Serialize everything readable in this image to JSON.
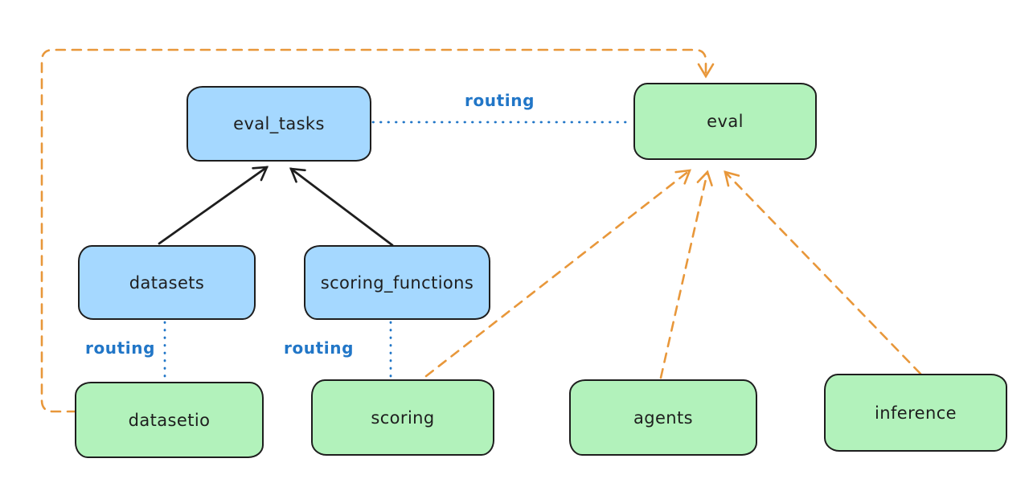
{
  "diagram": {
    "title": "",
    "colors": {
      "background": "#ffffff",
      "ink": "#1e1e1e",
      "registry_fill_blue": "#a5d8ff",
      "api_fill_green": "#b2f2bb",
      "routing_blue": "#2176c7",
      "dependency_orange": "#e8973a"
    },
    "nodes": [
      {
        "id": "eval_tasks",
        "label": "eval_tasks",
        "fill": "#a5d8ff"
      },
      {
        "id": "eval",
        "label": "eval",
        "fill": "#b2f2bb"
      },
      {
        "id": "datasets",
        "label": "datasets",
        "fill": "#a5d8ff"
      },
      {
        "id": "scoring_functions",
        "label": "scoring_functions",
        "fill": "#a5d8ff"
      },
      {
        "id": "datasetio",
        "label": "datasetio",
        "fill": "#b2f2bb"
      },
      {
        "id": "scoring",
        "label": "scoring",
        "fill": "#b2f2bb"
      },
      {
        "id": "agents",
        "label": "agents",
        "fill": "#b2f2bb"
      },
      {
        "id": "inference",
        "label": "inference",
        "fill": "#b2f2bb"
      }
    ],
    "edges": [
      {
        "from": "datasets",
        "to": "eval_tasks",
        "style": "solid-arrow",
        "label": ""
      },
      {
        "from": "scoring_functions",
        "to": "eval_tasks",
        "style": "solid-arrow",
        "label": ""
      },
      {
        "from": "eval_tasks",
        "to": "eval",
        "style": "dotted",
        "label": "routing"
      },
      {
        "from": "datasets",
        "to": "datasetio",
        "style": "dotted",
        "label": "routing"
      },
      {
        "from": "scoring_functions",
        "to": "scoring",
        "style": "dotted",
        "label": "routing"
      },
      {
        "from": "datasetio",
        "to": "eval",
        "style": "dashed-arrow",
        "label": ""
      },
      {
        "from": "scoring",
        "to": "eval",
        "style": "dashed-arrow",
        "label": ""
      },
      {
        "from": "agents",
        "to": "eval",
        "style": "dashed-arrow",
        "label": ""
      },
      {
        "from": "inference",
        "to": "eval",
        "style": "dashed-arrow",
        "label": ""
      }
    ]
  }
}
